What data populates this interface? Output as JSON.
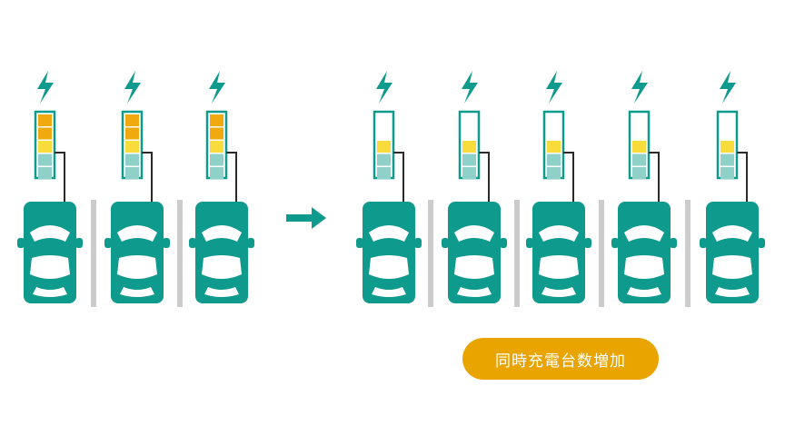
{
  "colors": {
    "teal": "#0e9a8c",
    "teal_light": "#8fd1c8",
    "orange": "#f0a90f",
    "yellow": "#f8dc3c",
    "divider": "#cccccc",
    "cable": "#2a2a2a",
    "badge": "#e9a400"
  },
  "groups": [
    {
      "name": "before",
      "stations": [
        {
          "battery_levels": [
            "orange",
            "orange",
            "yellow",
            "light",
            "light"
          ]
        },
        {
          "battery_levels": [
            "orange",
            "orange",
            "yellow",
            "light",
            "light"
          ]
        },
        {
          "battery_levels": [
            "orange",
            "orange",
            "yellow",
            "light",
            "light"
          ]
        }
      ]
    },
    {
      "name": "after",
      "stations": [
        {
          "battery_levels": [
            "empty",
            "empty",
            "yellow",
            "light",
            "light"
          ]
        },
        {
          "battery_levels": [
            "empty",
            "empty",
            "yellow",
            "light",
            "light"
          ]
        },
        {
          "battery_levels": [
            "empty",
            "empty",
            "yellow",
            "light",
            "light"
          ]
        },
        {
          "battery_levels": [
            "empty",
            "empty",
            "yellow",
            "light",
            "light"
          ]
        },
        {
          "battery_levels": [
            "empty",
            "empty",
            "yellow",
            "light",
            "light"
          ]
        }
      ]
    }
  ],
  "icons": {
    "bolt": "lightning-bolt-icon",
    "arrow": "arrow-right-icon",
    "car": "car-icon",
    "battery": "battery-icon"
  },
  "badge": {
    "label": "同時充電台数増加"
  }
}
